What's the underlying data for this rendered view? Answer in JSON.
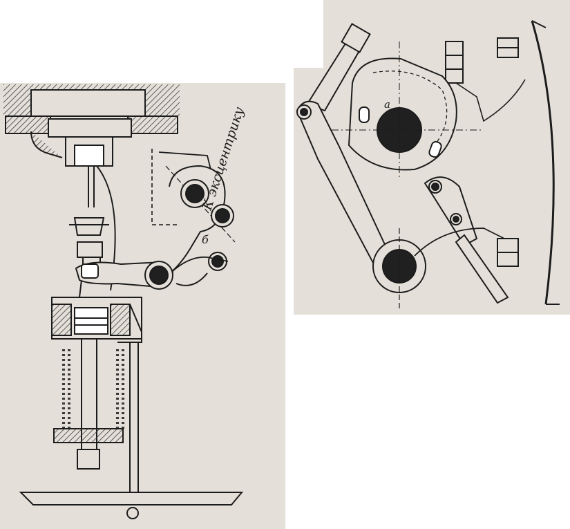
{
  "figure": {
    "colors": {
      "paper": "#e4dfd8",
      "ink": "#1c1c1c",
      "hatch": "#3a3a3a",
      "solid_pin": "#202020"
    },
    "left_drawing": {
      "label_eccentric": "К эксцентрику",
      "label_b": "б"
    },
    "right_drawing": {
      "label_a": "а"
    }
  }
}
